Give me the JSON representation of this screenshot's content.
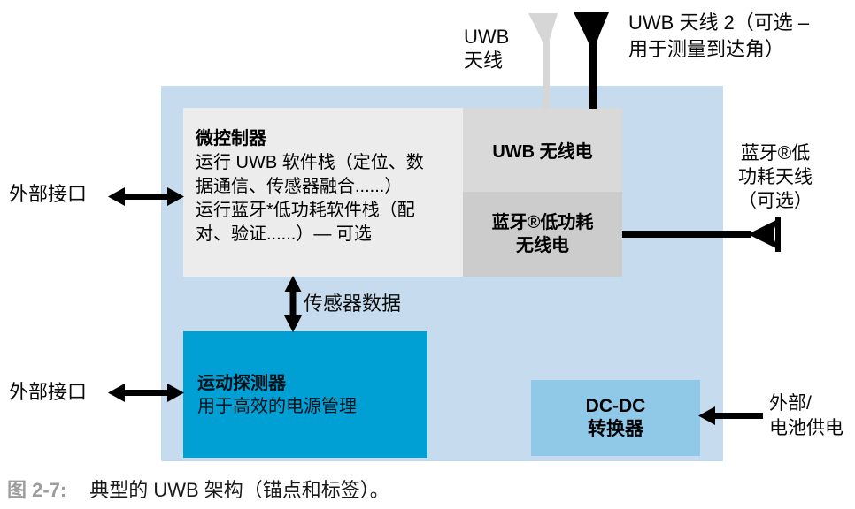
{
  "colors": {
    "diagram-bg": "#c6dcee",
    "mcu-box": "#ececec",
    "uwb-radio-box": "#d9d9d9",
    "ble-radio-box": "#cccccc",
    "motion-box": "#00a0d4",
    "dcdc-box": "#90c8e8",
    "antenna-gray": "#d6d6d6",
    "arrow-black": "#000000",
    "caption-label-gray": "#9c9c9c"
  },
  "diagram": {
    "mcu": {
      "title": "微控制器",
      "body": "运行 UWB 软件栈（定位、数\n据通信、传感器融合......）\n运行蓝牙*低功耗软件栈（配\n对、验证......）— 可选"
    },
    "uwb_radio": {
      "label": "UWB 无线电"
    },
    "ble_radio": {
      "label": "蓝牙®低功耗\n无线电"
    },
    "motion": {
      "title": "运动探测器",
      "body": "用于高效的电源管理"
    },
    "dcdc": {
      "label": "DC-DC\n转换器"
    },
    "labels": {
      "uwb_antenna": "UWB\n天线",
      "uwb_antenna_2": "UWB 天线 2（可选 –\n用于测量到达角）",
      "ble_antenna": "蓝牙®低\n功耗天线\n（可选）",
      "external_interface_top": "外部接口",
      "external_interface_bottom": "外部接口",
      "sensor_data": "传感器数据",
      "power_source": "外部/\n电池供电"
    }
  },
  "caption": {
    "label": "图 2-7:",
    "text": "典型的 UWB 架构（锚点和标签）。"
  }
}
